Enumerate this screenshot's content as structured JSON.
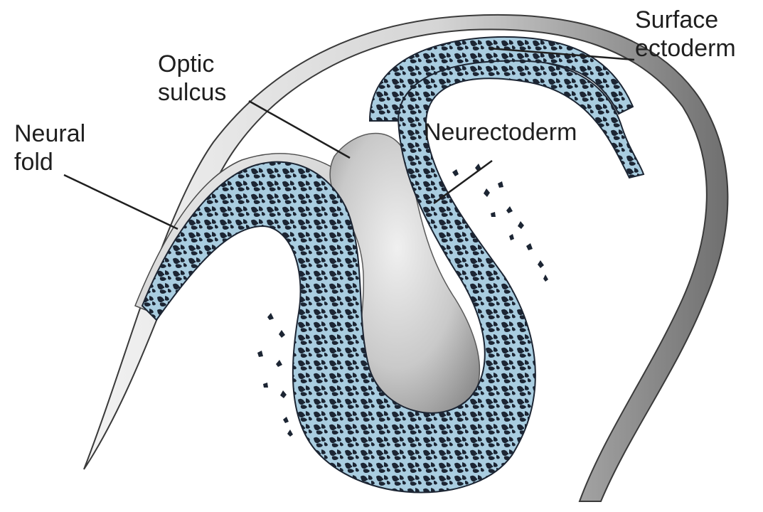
{
  "diagram": {
    "labels": {
      "surface_ectoderm": [
        "Surface",
        "ectoderm"
      ],
      "optic_sulcus": [
        "Optic",
        "sulcus"
      ],
      "neural_fold": [
        "Neural",
        "fold"
      ],
      "neurectoderm": "Neurectoderm"
    },
    "colors": {
      "tissue_fill": "#a9cde0",
      "tissue_cells": "#1c2533",
      "ectoderm_light": "#f2f2f2",
      "ectoderm_shade": "#6f6f6f",
      "lumen_light": "#e3e3e3",
      "lumen_dark": "#8f8f8f",
      "text": "#1f1f1f"
    }
  }
}
